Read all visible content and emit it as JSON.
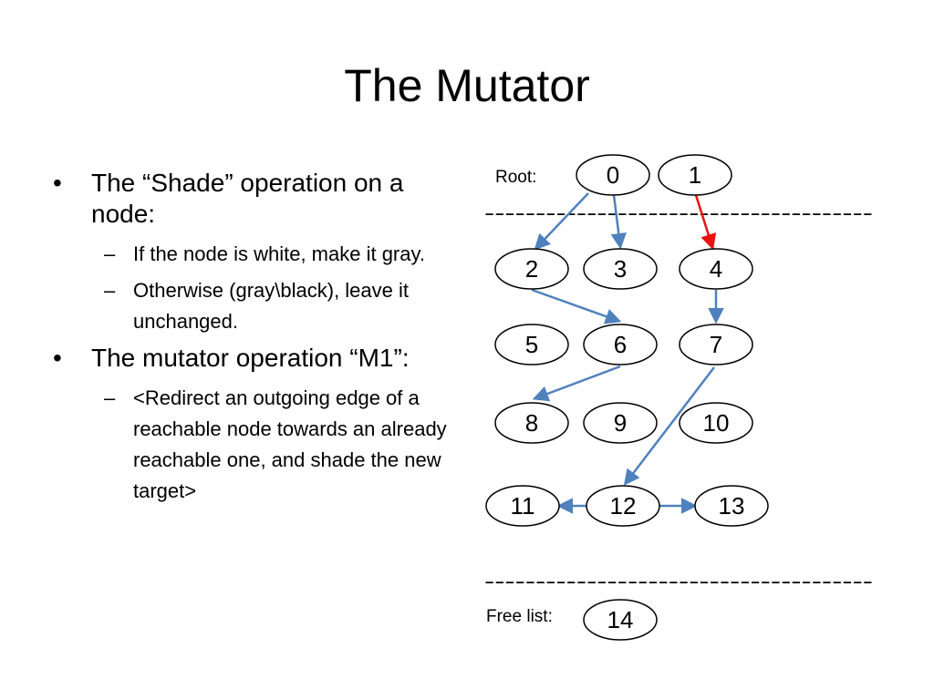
{
  "title": "The Mutator",
  "bullets": [
    {
      "text": "The “Shade” operation on a node:",
      "subs": [
        "If the node is white, make it gray.",
        "Otherwise (gray\\black), leave it unchanged."
      ]
    },
    {
      "text": "The mutator operation “M1”:",
      "subs": [
        "<Redirect an outgoing edge of a reachable node towards an already reachable one, and shade the new target>"
      ]
    }
  ],
  "bullet_glyph": "•",
  "sub_glyph": "–",
  "diagram": {
    "root_label": "Root:",
    "free_list_label": "Free list:",
    "separator": "--------------------------------------",
    "nodes": [
      "0",
      "1",
      "2",
      "3",
      "4",
      "5",
      "6",
      "7",
      "8",
      "9",
      "10",
      "11",
      "12",
      "13",
      "14"
    ],
    "edges": [
      {
        "from": "0",
        "to": "2",
        "color": "blue"
      },
      {
        "from": "0",
        "to": "3",
        "color": "blue"
      },
      {
        "from": "1",
        "to": "4",
        "color": "red"
      },
      {
        "from": "2",
        "to": "6",
        "color": "blue"
      },
      {
        "from": "4",
        "to": "7",
        "color": "blue"
      },
      {
        "from": "6",
        "to": "8",
        "color": "blue"
      },
      {
        "from": "7",
        "to": "12",
        "color": "blue"
      },
      {
        "from": "12",
        "to": "11",
        "color": "blue"
      },
      {
        "from": "12",
        "to": "13",
        "color": "blue"
      }
    ],
    "colors": {
      "blue": "#4f81bd",
      "red": "#e8130f",
      "node_fill": "#ffffff",
      "node_stroke": "#000000"
    }
  }
}
